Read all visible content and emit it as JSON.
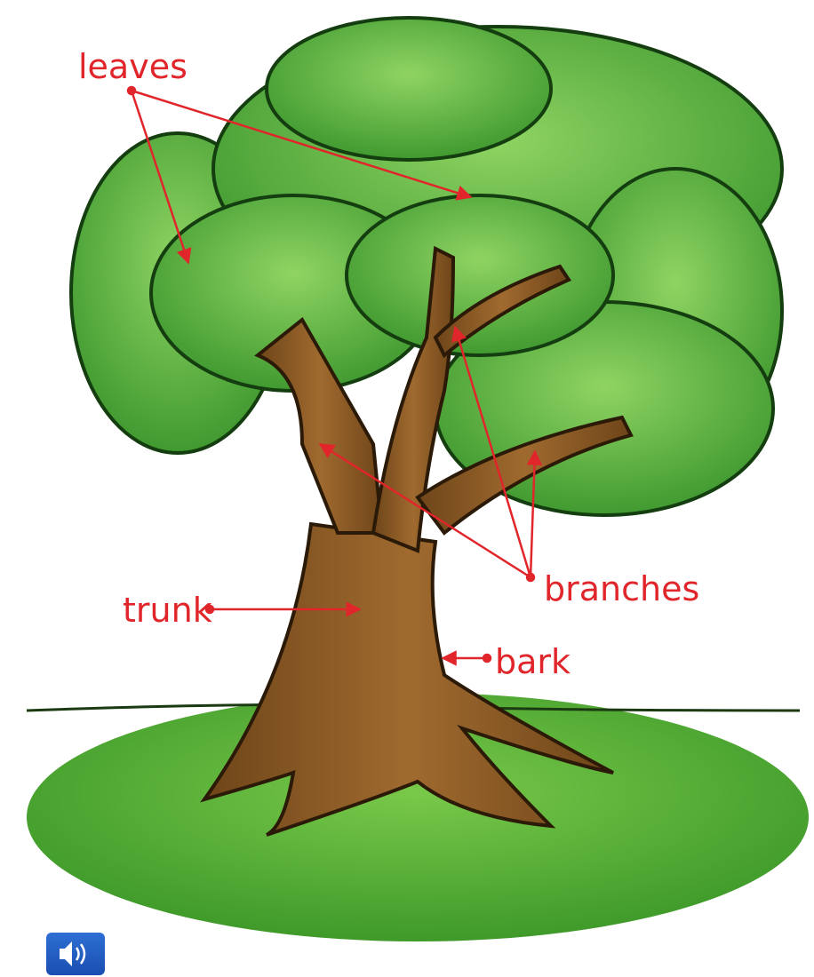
{
  "labels": {
    "leaves": "leaves",
    "branches": "branches",
    "trunk": "trunk",
    "bark": "bark"
  },
  "colors": {
    "label": "#e0262b",
    "pointer": "#e0262b",
    "leaf_dark": "#3b9a2e",
    "leaf_light": "#7fcc54",
    "trunk": "#8a5a23",
    "grass": "#5cb83a",
    "audio_button": "#1f5bc0"
  },
  "icons": {
    "audio": "speaker-icon"
  }
}
